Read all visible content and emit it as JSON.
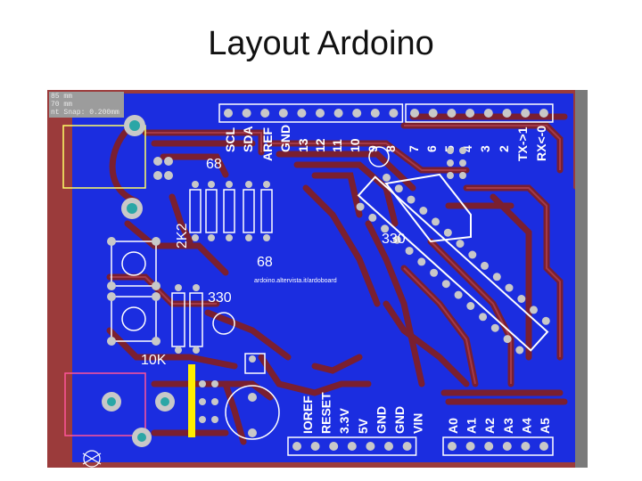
{
  "slide": {
    "title": "Layout Ardoino"
  },
  "readout": {
    "line1": "85 mm",
    "line2": "70 mm",
    "line3": "nt Snap: 0.200mm"
  },
  "board": {
    "colors": {
      "substrate": "#9b3b3b",
      "copper_pour": "#1b2de0",
      "trace": "#7a1f30",
      "pad": "#c8c8c8",
      "silk": "#ffffff",
      "hole": "#2aa6a6"
    },
    "top_header_labels": [
      "SCL",
      "SDA",
      "AREF",
      "GND",
      "13",
      "12",
      "11",
      "10",
      "9",
      "8",
      "7",
      "6",
      "5",
      "4",
      "3",
      "2",
      "TX->1",
      "RX<-0"
    ],
    "bottom_power_labels": [
      "IOREF",
      "RESET",
      "3.3V",
      "5V",
      "GND",
      "GND",
      "VIN"
    ],
    "bottom_analog_labels": [
      "A0",
      "A1",
      "A2",
      "A3",
      "A4",
      "A5"
    ],
    "component_labels": {
      "r68_top": "68",
      "r2k2": "2K2",
      "r68_bottom": "68",
      "r330_chip": "330",
      "r330_left": "330",
      "r10k": "10K"
    },
    "url_text": "ardoino.altervista.it/ardoboard"
  }
}
